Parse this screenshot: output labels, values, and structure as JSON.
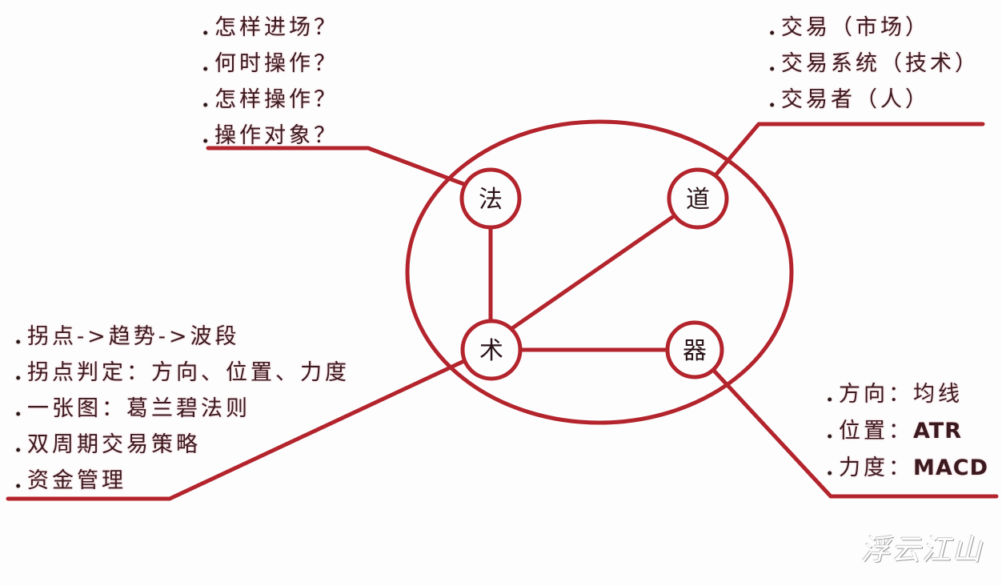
{
  "colors": {
    "line": "#b3242c",
    "text": "#3a1a1f",
    "background": "#fdfdfe"
  },
  "nodes": {
    "fa": "法",
    "dao": "道",
    "shu": "术",
    "qi": "器"
  },
  "blocks": {
    "fa": {
      "items": [
        "怎样进场？",
        "何时操作？",
        "怎样操作？",
        "操作对象？"
      ]
    },
    "dao": {
      "items": [
        "交易（市场）",
        "交易系统（技术）",
        "交易者（人）"
      ]
    },
    "shu": {
      "items": [
        "拐点->趋势->波段",
        "拐点判定：方向、位置、力度",
        "一张图：葛兰碧法则",
        "双周期交易策略",
        "资金管理"
      ]
    },
    "qi": {
      "items": [
        {
          "label": "方向：",
          "value": "均线"
        },
        {
          "label": "位置：",
          "value": "ATR"
        },
        {
          "label": "力度：",
          "value": "MACD"
        }
      ]
    }
  },
  "bullet": ".",
  "watermark": "浮云江山"
}
